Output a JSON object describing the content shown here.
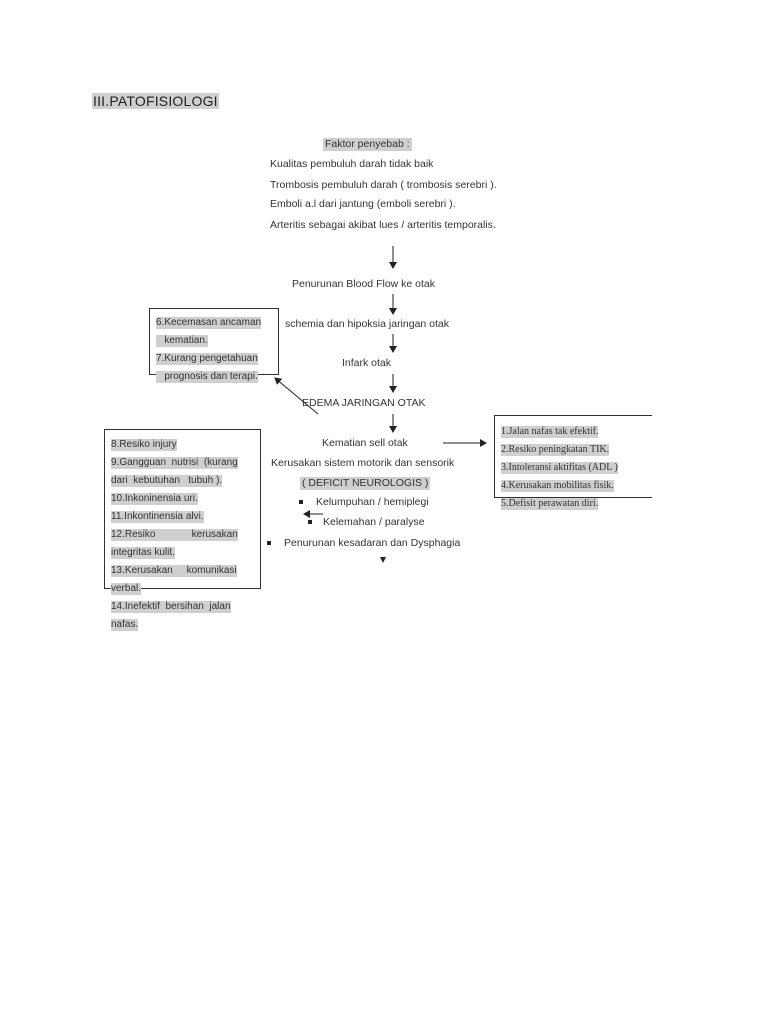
{
  "heading": "III.PATOFISIOLOGI",
  "causes": {
    "title": "Faktor penyebab :",
    "items": [
      "Kualitas pembuluh darah tidak baik",
      "Trombosis  pembuluh darah ( trombosis serebri ).",
      "Emboli a.l  dari jantung (emboli serebri ).",
      "Arteritis sebagai akibat lues / arteritis temporalis."
    ]
  },
  "flow": {
    "step1": "Penurunan Blood Flow ke otak",
    "step2": "schemia dan hipoksia jaringan otak",
    "step3": "Infark otak",
    "step4": "EDEMA JARINGAN OTAK",
    "step5": "Kematian sell otak",
    "step6": "Kerusakan sistem motorik dan sensorik",
    "step7": "( DEFICIT NEUROLOGIS )",
    "bullets": [
      "Kelumpuhan /  hemiplegi",
      "Kelemahan / paralyse",
      "Penurunan kesadaran dan Dysphagia"
    ]
  },
  "box_top_left": [
    "6.Kecemasan ancaman",
    "   kematian.",
    "7.Kurang pengetahuan",
    "   prognosis dan terapi."
  ],
  "box_left": [
    "8.Resiko injury",
    "9.Gangguan  nutrisi  (kurang",
    "dari  kebutuhan   tubuh ).",
    "10.Inkoninensia uri.",
    "11.Inkontinensia alvi.",
    "12.Resiko             kerusakan",
    "integritas kulit.",
    "13.Kerusakan     komunikasi",
    "verbal.",
    "14.Inefektif  bersihan  jalan",
    "nafas."
  ],
  "box_right": [
    "1.Jalan nafas tak efektif.",
    "2.Resiko peningkatan TIK.",
    "3.Intoleransi aktifitas (ADL )",
    "4.Kerusakan mobilitas fisik.",
    "5.Defisit perawatan diri."
  ]
}
